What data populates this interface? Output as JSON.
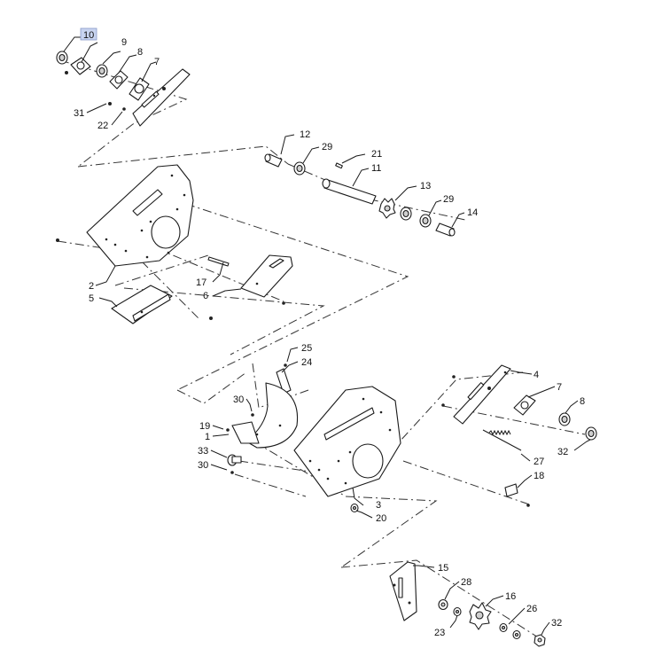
{
  "diagram": {
    "callouts": {
      "c10": "10",
      "c9": "9",
      "c8a": "8",
      "c7a": "7",
      "c31": "31",
      "c22": "22",
      "c12": "12",
      "c29a": "29",
      "c21": "21",
      "c11": "11",
      "c13": "13",
      "c29b": "29",
      "c14": "14",
      "c2": "2",
      "c17": "17",
      "c6": "6",
      "c5": "5",
      "c25": "25",
      "c24": "24",
      "c30a": "30",
      "c19": "19",
      "c1": "1",
      "c33": "33",
      "c30b": "30",
      "c4": "4",
      "c7b": "7",
      "c8b": "8",
      "c32a": "32",
      "c27": "27",
      "c18": "18",
      "c3": "3",
      "c20": "20",
      "c15": "15",
      "c28": "28",
      "c16": "16",
      "c26": "26",
      "c23": "23",
      "c32b": "32"
    },
    "highlight_color": "#c8d4f0"
  }
}
